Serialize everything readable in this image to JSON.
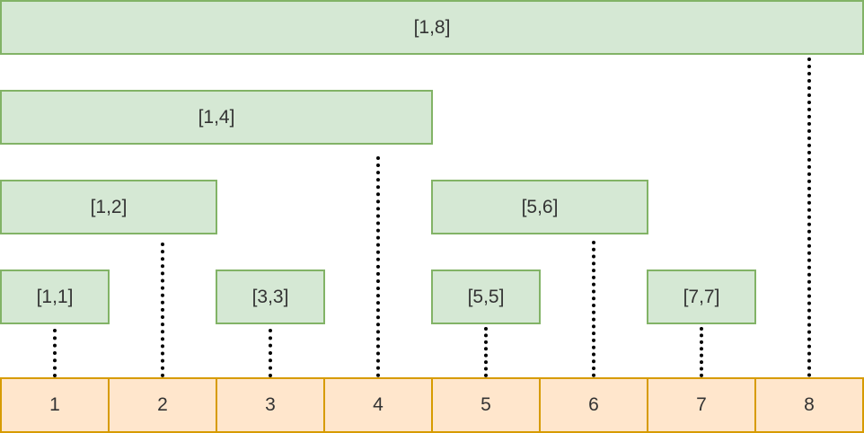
{
  "colors": {
    "node_fill": "#d5e8d4",
    "node_border": "#82b366",
    "cell_fill": "#ffe6cc",
    "cell_border": "#d79b00",
    "connector": "#000000"
  },
  "tree_nodes": {
    "n18": "[1,8]",
    "n14": "[1,4]",
    "n12": "[1,2]",
    "n56": "[5,6]",
    "n11": "[1,1]",
    "n33": "[3,3]",
    "n55": "[5,5]",
    "n77": "[7,7]"
  },
  "array_cells": [
    "1",
    "2",
    "3",
    "4",
    "5",
    "6",
    "7",
    "8"
  ]
}
